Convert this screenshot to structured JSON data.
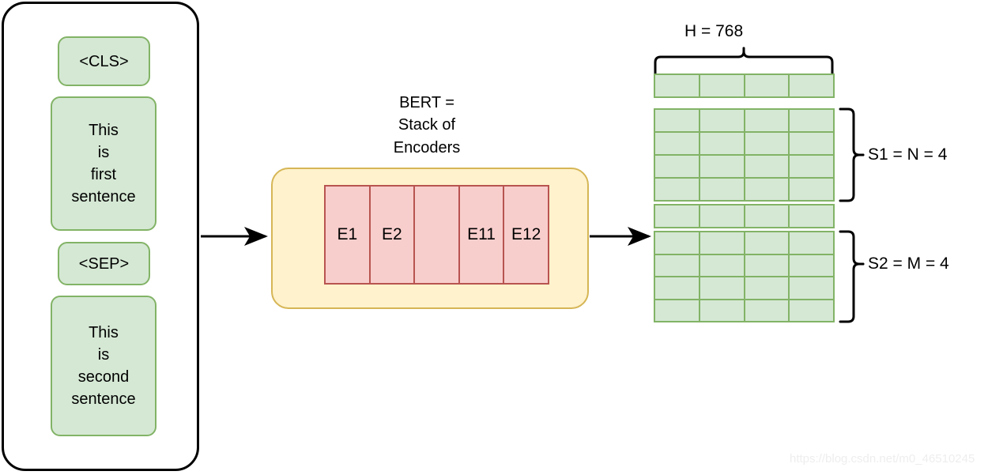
{
  "diagram": {
    "title_absent": true,
    "input_container": {
      "name": "BERT input token sequence container",
      "tokens": [
        {
          "id": "cls",
          "label": "<CLS>"
        },
        {
          "id": "sent1",
          "label": "This\nis\nfirst\nsentence"
        },
        {
          "id": "sep",
          "label": "<SEP>"
        },
        {
          "id": "sent2",
          "label": "This\nis\nsecond\nsentence"
        }
      ]
    },
    "bert": {
      "caption": "BERT =\nStack of\nEncoders",
      "encoders": [
        {
          "label": "E1"
        },
        {
          "label": "E2"
        },
        {
          "label": ""
        },
        {
          "label": "E11"
        },
        {
          "label": "E12"
        }
      ]
    },
    "output_matrix": {
      "hidden_size_label": "H = 768",
      "columns": 4,
      "blocks": [
        {
          "id": "cls-vector",
          "rows": 1,
          "brace_label": ""
        },
        {
          "id": "s1-vectors",
          "rows": 4,
          "brace_label": "S1 = N = 4"
        },
        {
          "id": "sep-vector",
          "rows": 1,
          "brace_label": ""
        },
        {
          "id": "s2-vectors",
          "rows": 4,
          "brace_label": "S2 = M = 4"
        }
      ],
      "brace_labels": {
        "s1": "S1 = N = 4",
        "s2": "S2 = M = 4"
      }
    },
    "arrows": [
      {
        "id": "input-to-bert",
        "from": "input-container",
        "to": "bert-box"
      },
      {
        "id": "bert-to-output",
        "from": "bert-box",
        "to": "output-matrix"
      }
    ],
    "watermark": "https://blog.csdn.net/m0_46510245",
    "colors": {
      "green_fill": "#d5e8d4",
      "green_stroke": "#82b366",
      "red_fill": "#f8cecc",
      "red_stroke": "#b85450",
      "yellow_fill": "#fff2cc",
      "yellow_stroke": "#d6b656",
      "outline": "#000000",
      "watermark": "#eeeeee"
    }
  }
}
